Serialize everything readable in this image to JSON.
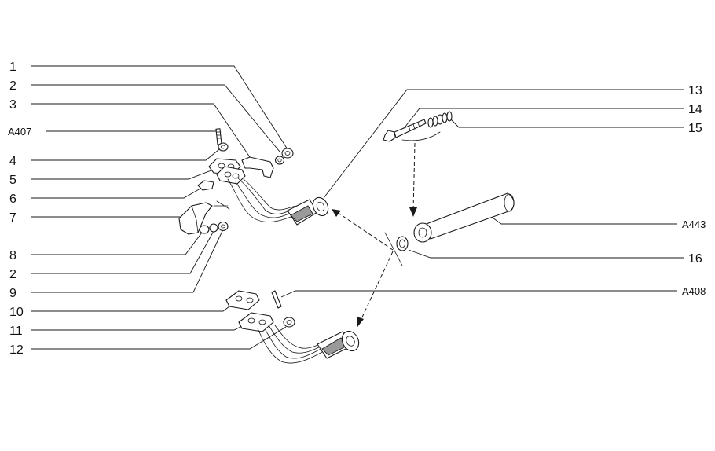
{
  "labels_left": [
    "1",
    "2",
    "3",
    "A407",
    "4",
    "5",
    "6",
    "7",
    "8",
    "2",
    "9",
    "10",
    "11",
    "12"
  ],
  "labels_right": [
    "13",
    "14",
    "15",
    "A443",
    "16",
    "A408"
  ]
}
